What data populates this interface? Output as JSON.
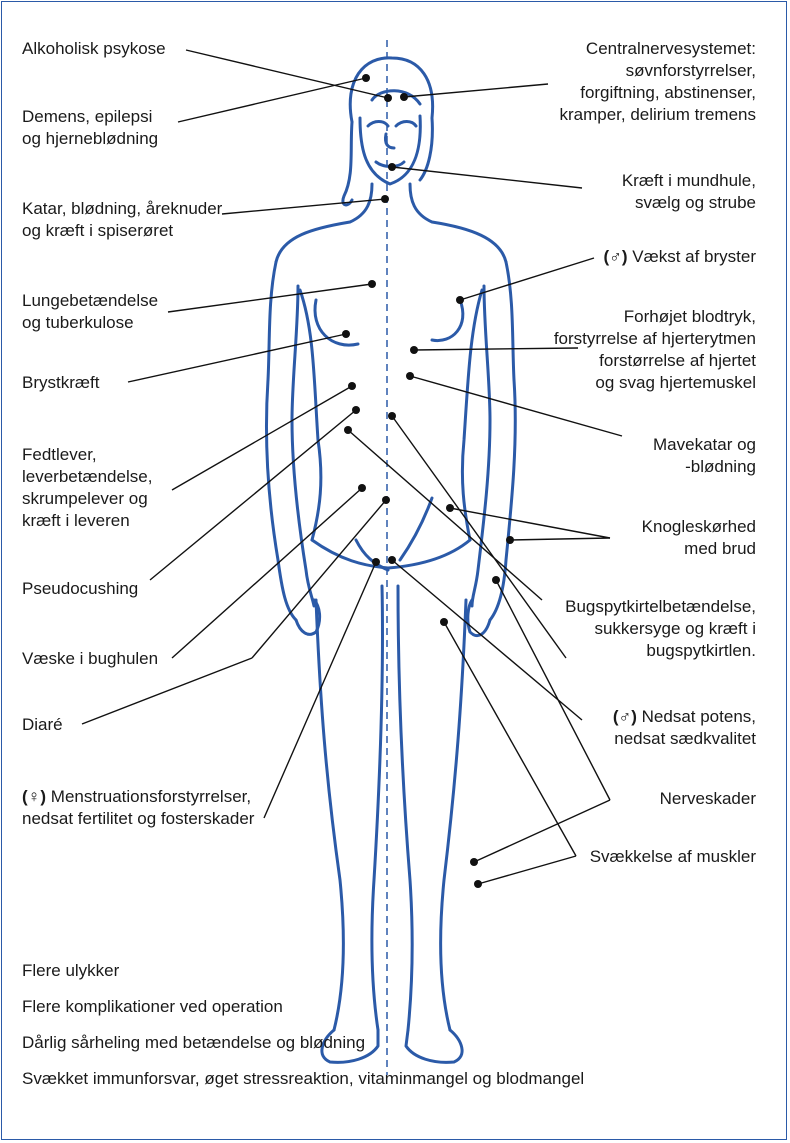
{
  "labels_left": {
    "alkohol_psykose": "Alkoholisk psykose",
    "demens_1": "Demens, epilepsi",
    "demens_2": "og hjerneblødning",
    "katar_1": "Katar, blødning, åreknuder",
    "katar_2": "og kræft i spiserøret",
    "lunge_1": "Lungebetændelse",
    "lunge_2": "og tuberkulose",
    "bryst": "Brystkræft",
    "fedt_1": "Fedtlever,",
    "fedt_2": "leverbetændelse,",
    "fedt_3": "skrumpelever og",
    "fedt_4": "kræft i leveren",
    "pseudo": "Pseudocushing",
    "vaeske": "Væske i bughulen",
    "diare": "Diaré",
    "menstr_sym": "(♀)",
    "menstr_1": " Menstruationsforstyrrelser,",
    "menstr_2": "nedsat fertilitet og fosterskader"
  },
  "labels_right": {
    "cns_1": "Centralnervesystemet:",
    "cns_2": "søvnforstyrrelser,",
    "cns_3": "forgiftning, abstinenser,",
    "cns_4": "kramper, delirium tremens",
    "mund_1": "Kræft i mundhule,",
    "mund_2": "svælg og strube",
    "vaekst_sym": "(♂)",
    "vaekst": " Vækst af bryster",
    "blod_1": "Forhøjet blodtryk,",
    "blod_2": "forstyrrelse af hjerterytmen",
    "blod_3": "forstørrelse af hjertet",
    "blod_4": "og svag hjertemuskel",
    "mave_1": "Mavekatar og",
    "mave_2": "-blødning",
    "knogle_1": "Knogleskørhed",
    "knogle_2": "med brud",
    "bug_1": "Bugspytkirtelbetændelse,",
    "bug_2": "sukkersyge og kræft i",
    "bug_3": "bugspytkirtlen.",
    "potens_sym": "(♂)",
    "potens_1": " Nedsat potens,",
    "potens_2": "nedsat sædkvalitet",
    "nerve": "Nerveskader",
    "muskel": "Svækkelse af muskler"
  },
  "footer": [
    "Flere ulykker",
    "Flere komplikationer ved operation",
    "Dårlig sårheling med betændelse og blødning",
    "Svækket immunforsvar, øget stressreaktion, vitaminmangel og blodmangel"
  ],
  "colors": {
    "body_outline": "#2b5aa8",
    "midline": "#2b5aa8",
    "leader": "#111111",
    "frame": "#2b5aa8"
  }
}
